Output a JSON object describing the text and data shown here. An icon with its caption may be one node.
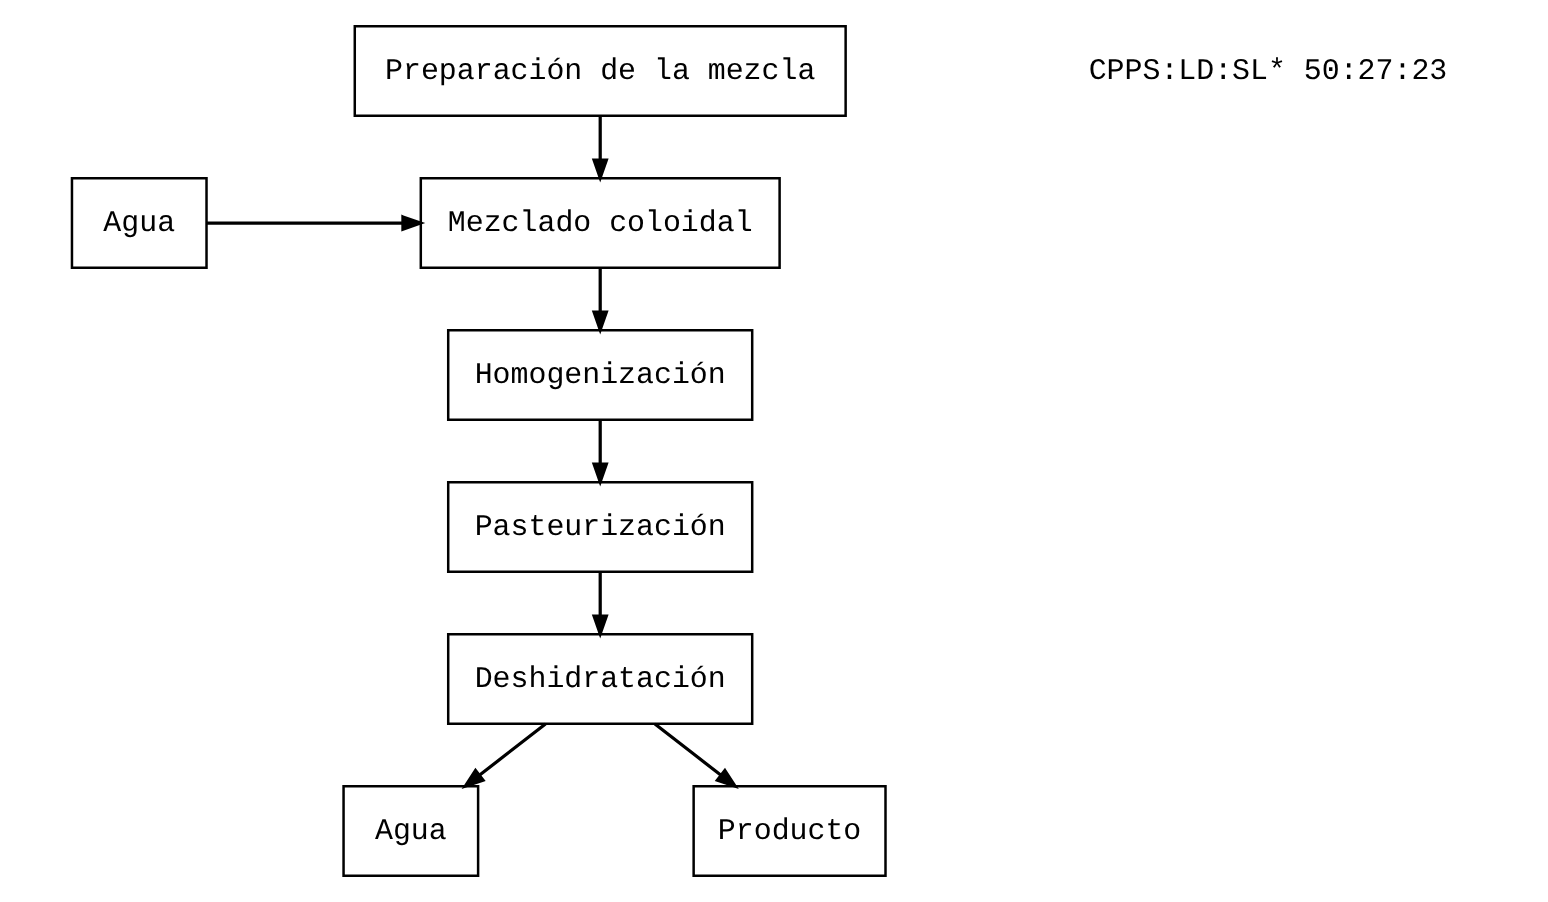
{
  "diagram": {
    "nodes": [
      {
        "text": [
          "Preparación de la mezcla"
        ]
      },
      {
        "text": [
          "Agua"
        ]
      },
      {
        "text": [
          "Mezclado coloidal"
        ]
      },
      {
        "text": [
          "Homogenización"
        ]
      },
      {
        "text": [
          "Pasteurización"
        ]
      },
      {
        "text": [
          "Deshidratación"
        ]
      },
      {
        "text": [
          "Agua"
        ]
      },
      {
        "text": [
          "Producto"
        ]
      }
    ],
    "edges": [
      {
        "from": 0,
        "to": 2,
        "arrow": "to"
      },
      {
        "from": 1,
        "to": 2,
        "arrow": "to"
      },
      {
        "from": 2,
        "to": 3,
        "arrow": "to"
      },
      {
        "from": 3,
        "to": 4,
        "arrow": "to"
      },
      {
        "from": 4,
        "to": 5,
        "arrow": "to"
      },
      {
        "from": 5,
        "to": 6,
        "arrow": "to"
      },
      {
        "from": 5,
        "to": 7,
        "arrow": "to"
      }
    ],
    "labels": [
      "CPPS:LD:SL* 50:27:23"
    ]
  }
}
